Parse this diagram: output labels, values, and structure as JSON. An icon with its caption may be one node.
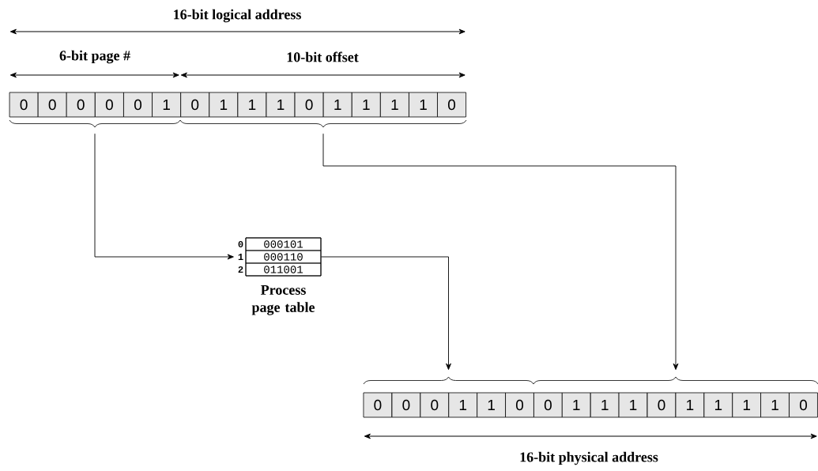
{
  "diagram": {
    "nodes": [
      {
        "text": [
          "0"
        ]
      },
      {
        "text": [
          "0"
        ]
      },
      {
        "text": [
          "0"
        ]
      },
      {
        "text": [
          "0"
        ]
      },
      {
        "text": [
          "0"
        ]
      },
      {
        "text": [
          "1"
        ]
      },
      {
        "text": [
          "0"
        ]
      },
      {
        "text": [
          "1"
        ]
      },
      {
        "text": [
          "1"
        ]
      },
      {
        "text": [
          "1"
        ]
      },
      {
        "text": [
          "0"
        ]
      },
      {
        "text": [
          "1"
        ]
      },
      {
        "text": [
          "1"
        ]
      },
      {
        "text": [
          "1"
        ]
      },
      {
        "text": [
          "1"
        ]
      },
      {
        "text": [
          "0"
        ]
      },
      {
        "text": [],
        "shape": "brace"
      },
      {
        "text": [],
        "shape": "brace"
      },
      {
        "text": [
          "Process page table"
        ]
      },
      {
        "text": [
          "000101"
        ],
        "in": 18,
        "beside": [
          "0"
        ]
      },
      {
        "text": [
          "000110"
        ],
        "in": 18,
        "beside": [
          "1"
        ]
      },
      {
        "text": [
          "011001"
        ],
        "in": 18,
        "beside": [
          "2"
        ]
      },
      {
        "text": [],
        "shape": "brace"
      },
      {
        "text": [],
        "shape": "brace"
      },
      {
        "text": [
          "0"
        ]
      },
      {
        "text": [
          "0"
        ]
      },
      {
        "text": [
          "0"
        ]
      },
      {
        "text": [
          "1"
        ]
      },
      {
        "text": [
          "1"
        ]
      },
      {
        "text": [
          "0"
        ]
      },
      {
        "text": [
          "0"
        ]
      },
      {
        "text": [
          "1"
        ]
      },
      {
        "text": [
          "1"
        ]
      },
      {
        "text": [
          "1"
        ]
      },
      {
        "text": [
          "0"
        ]
      },
      {
        "text": [
          "1"
        ]
      },
      {
        "text": [
          "1"
        ]
      },
      {
        "text": [
          "1"
        ]
      },
      {
        "text": [
          "1"
        ]
      },
      {
        "text": [
          "0"
        ]
      }
    ],
    "edges": [
      {
        "from": 16,
        "to": 20,
        "arrow": "to"
      },
      {
        "from": 17,
        "to": 23,
        "arrow": "to"
      },
      {
        "from": 20,
        "to": 22,
        "arrow": "to"
      }
    ],
    "labels": [
      "16-bit logical address",
      "6-bit page #",
      "10-bit offset",
      "16-bit physical address"
    ]
  }
}
